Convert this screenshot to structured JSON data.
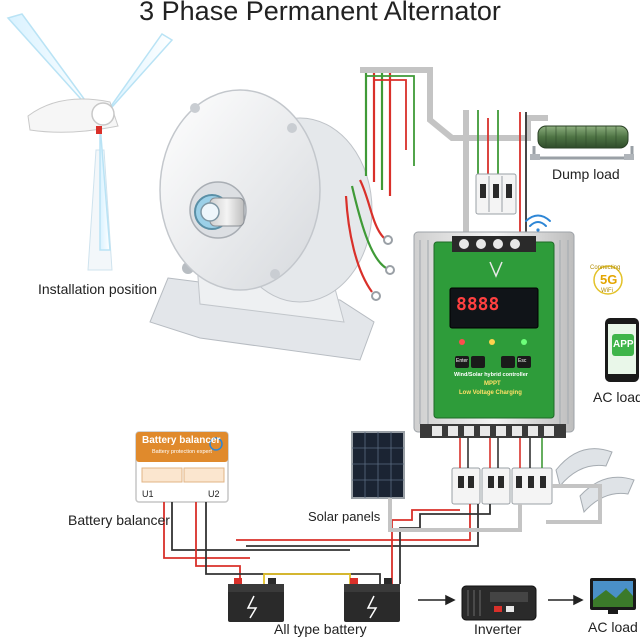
{
  "diagram": {
    "title": "3 Phase Permanent Alternator",
    "labels": {
      "installation": "Installation position",
      "dump_load": "Dump load",
      "ac_load_right": "AC load",
      "battery_balancer": "Battery balancer",
      "solar_panels": "Solar panels",
      "all_type_battery": "All type battery",
      "inverter": "Inverter",
      "ac_load_bottom": "AC load"
    },
    "controller": {
      "display": "8888",
      "line1": "Wind/Solar hybrid controller",
      "line2": "MPPT",
      "line3": "Low Voltage Charging",
      "btn1": "Enter",
      "btn2": "Esc"
    },
    "balancer": {
      "title": "Battery balancer",
      "subtitle": "Battery protection expert",
      "u1": "U1",
      "u2": "U2"
    },
    "badge": {
      "connecting": "Connecting",
      "fiveg": "5G",
      "wifi": "WiFi"
    },
    "phone": {
      "app": "APP"
    },
    "colors": {
      "wire_red": "#d9302a",
      "wire_green": "#3f9a37",
      "wire_black": "#333333",
      "wire_yellow": "#e3c229",
      "wire_gray": "#c4c4c4",
      "controller_green": "#2e9c3a",
      "balancer_orange": "#e08a2c"
    }
  }
}
